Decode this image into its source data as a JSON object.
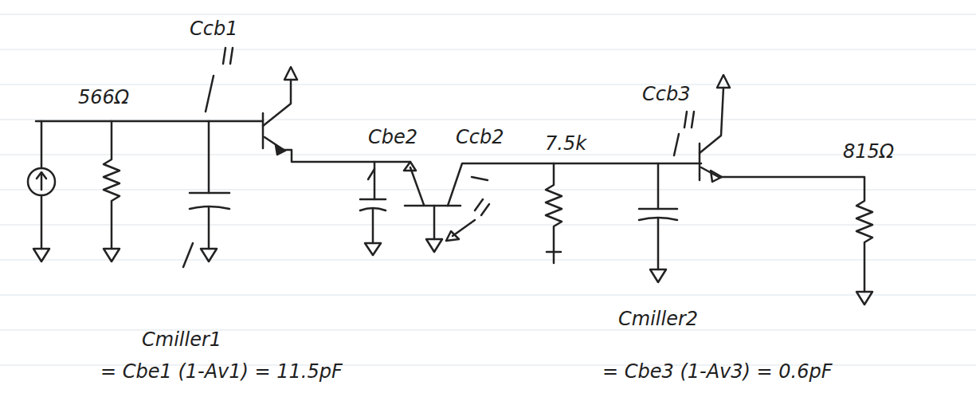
{
  "diagram": {
    "labels": [
      "Ccb1",
      "566Ω",
      "Cbe2",
      "Ccb2",
      "7.5k",
      "Ccb3",
      "815Ω",
      "Cmiller1",
      "Cmiller2",
      "= Cbe1 (1-Av1) = 11.5pF",
      "= Cbe3 (1-Av3) = 0.6pF"
    ]
  }
}
